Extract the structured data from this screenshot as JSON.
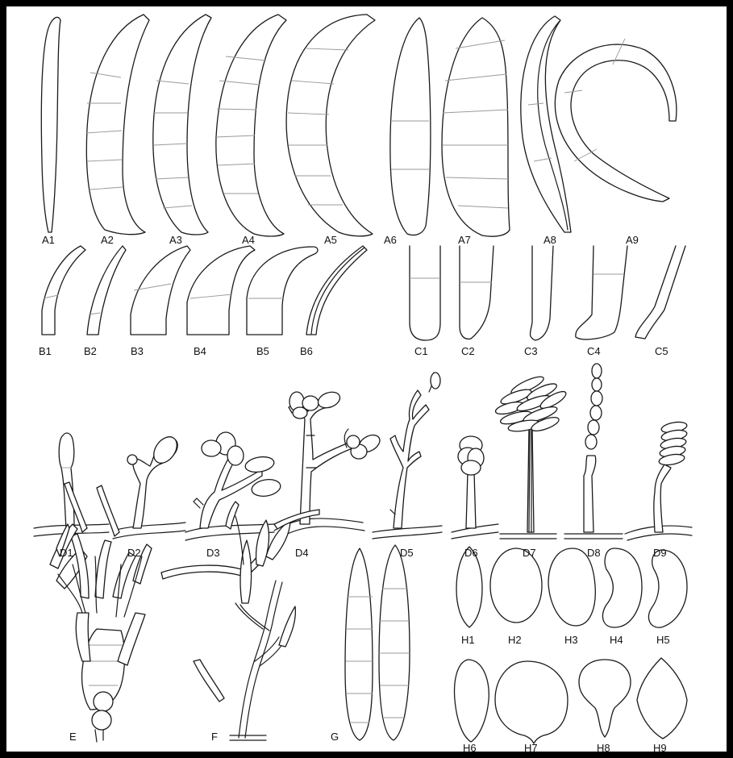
{
  "labels": {
    "A1": "A1",
    "A2": "A2",
    "A3": "A3",
    "A4": "A4",
    "A5": "A5",
    "A6": "A6",
    "A7": "A7",
    "A8": "A8",
    "A9": "A9",
    "B1": "B1",
    "B2": "B2",
    "B3": "B3",
    "B4": "B4",
    "B5": "B5",
    "B6": "B6",
    "C1": "C1",
    "C2": "C2",
    "C3": "C3",
    "C4": "C4",
    "C5": "C5",
    "D1": "D1",
    "D2": "D2",
    "D3": "D3",
    "D4": "D4",
    "D5": "D5",
    "D6": "D6",
    "D7": "D7",
    "D8": "D8",
    "D9": "D9",
    "E": "E",
    "F": "F",
    "G": "G",
    "H1": "H1",
    "H2": "H2",
    "H3": "H3",
    "H4": "H4",
    "H5": "H5",
    "H6": "H6",
    "H7": "H7",
    "H8": "H8",
    "H9": "H9"
  }
}
